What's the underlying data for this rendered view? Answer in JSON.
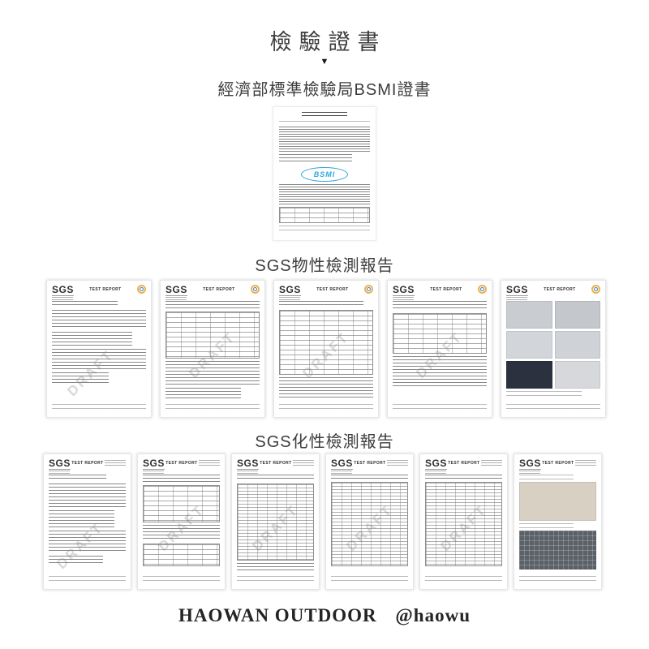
{
  "page": {
    "title": "檢驗證書",
    "down_arrow": "▼"
  },
  "bsmi": {
    "heading": "經濟部標準檢驗局BSMI證書",
    "logo_text": "BSMI",
    "logo_color": "#2fa8dc"
  },
  "sections": {
    "physical_title": "SGS物性檢測報告",
    "chemical_title": "SGS化性檢測報告"
  },
  "report": {
    "logo_text": "SGS",
    "title": "TEST REPORT",
    "watermark": "DRAFT"
  },
  "footer": {
    "brand": "HAOWAN OUTDOOR",
    "handle": "@haowu"
  },
  "colors": {
    "accent_blue": "#2fa8dc",
    "seal_orange": "#eeb14a",
    "seal_blue": "#3a7fc1",
    "watermark_gray": "#8a8a8a",
    "text_dark": "#3d3d3d"
  }
}
